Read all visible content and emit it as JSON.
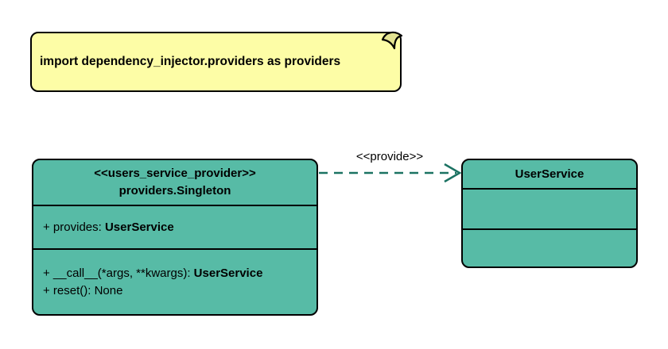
{
  "diagram": {
    "note_text": "import dependency_injector.providers as providers",
    "relation": {
      "label": "<<provide>>",
      "from": "providers.Singleton",
      "to": "UserService",
      "style": "dashed-open-arrow"
    }
  },
  "singleton_class": {
    "stereotype": "<<users_service_provider>>",
    "name": "providers.Singleton",
    "attribute_prefix": "+ provides: ",
    "attribute_type": "UserService",
    "method_call_prefix": "+ __call__(*args, **kwargs): ",
    "method_call_type": "UserService",
    "method_reset": "+ reset(): None"
  },
  "userservice_class": {
    "name": "UserService"
  },
  "colors": {
    "class_fill": "#57BBA6",
    "note_fill": "#FDFDA6",
    "note_fold_fill": "#E4E492",
    "border": "#000000",
    "arrow": "#1B7262",
    "text": "#000000",
    "background": "#FFFFFF"
  }
}
